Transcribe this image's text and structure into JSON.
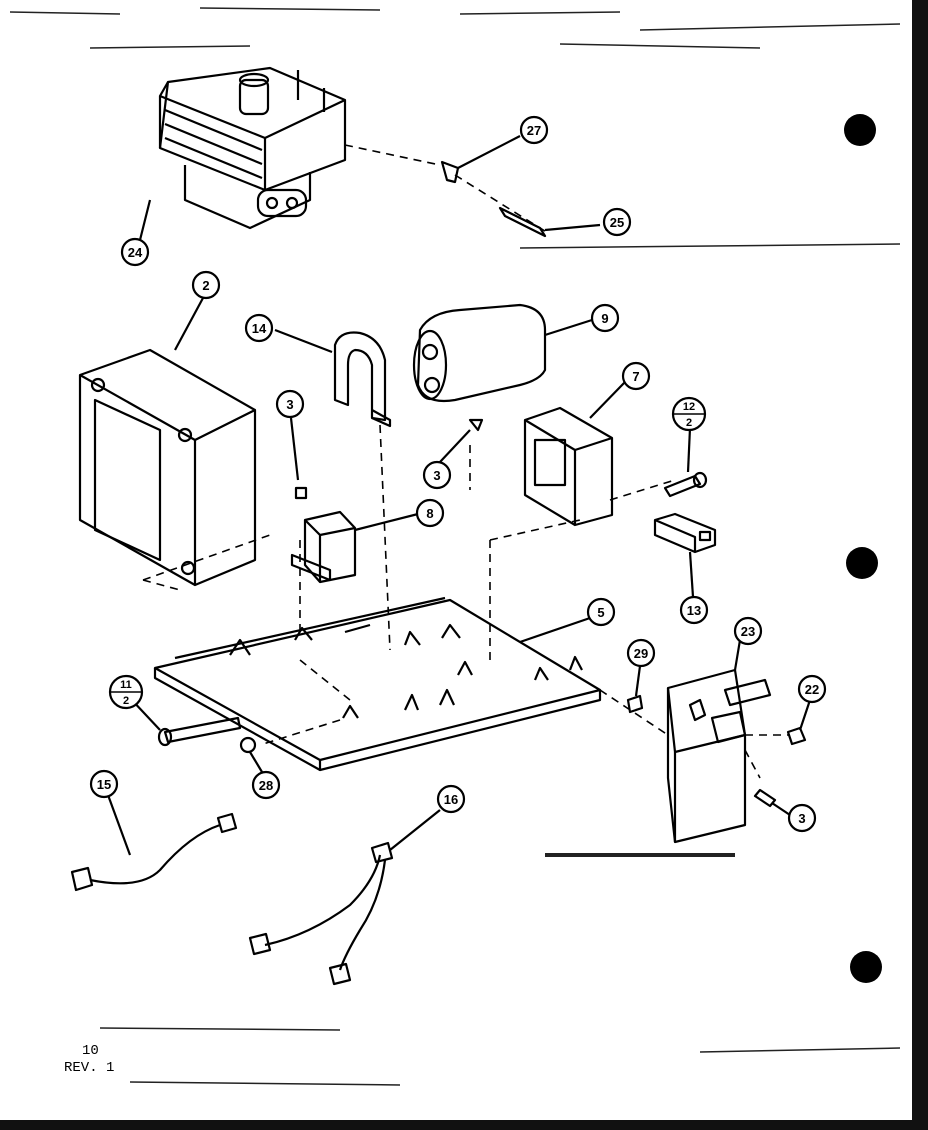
{
  "callouts": [
    {
      "id": "c24",
      "label": "24"
    },
    {
      "id": "c27",
      "label": "27"
    },
    {
      "id": "c25",
      "label": "25"
    },
    {
      "id": "c2",
      "label": "2"
    },
    {
      "id": "c14",
      "label": "14"
    },
    {
      "id": "c9",
      "label": "9"
    },
    {
      "id": "c3a",
      "label": "3"
    },
    {
      "id": "c3b",
      "label": "3"
    },
    {
      "id": "c7",
      "label": "7"
    },
    {
      "id": "c8",
      "label": "8"
    },
    {
      "id": "c13",
      "label": "13"
    },
    {
      "id": "c5",
      "label": "5"
    },
    {
      "id": "c29",
      "label": "29"
    },
    {
      "id": "c23",
      "label": "23"
    },
    {
      "id": "c22",
      "label": "22"
    },
    {
      "id": "c28",
      "label": "28"
    },
    {
      "id": "c15",
      "label": "15"
    },
    {
      "id": "c16",
      "label": "16"
    },
    {
      "id": "c3c",
      "label": "3"
    }
  ],
  "split_callouts": [
    {
      "id": "s12",
      "top": "12",
      "bottom": "2"
    },
    {
      "id": "s11",
      "top": "11",
      "bottom": "2"
    }
  ],
  "footer": {
    "page_number": "10",
    "revision": "REV. 1"
  }
}
